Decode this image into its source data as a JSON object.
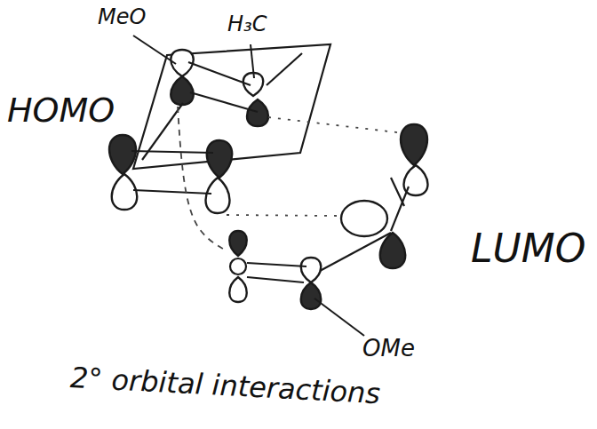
{
  "diagram": {
    "labels": [
      "MeO",
      "H₃C",
      "HOMO",
      "LUMO",
      "2° orbital interactions",
      "OMe"
    ]
  }
}
